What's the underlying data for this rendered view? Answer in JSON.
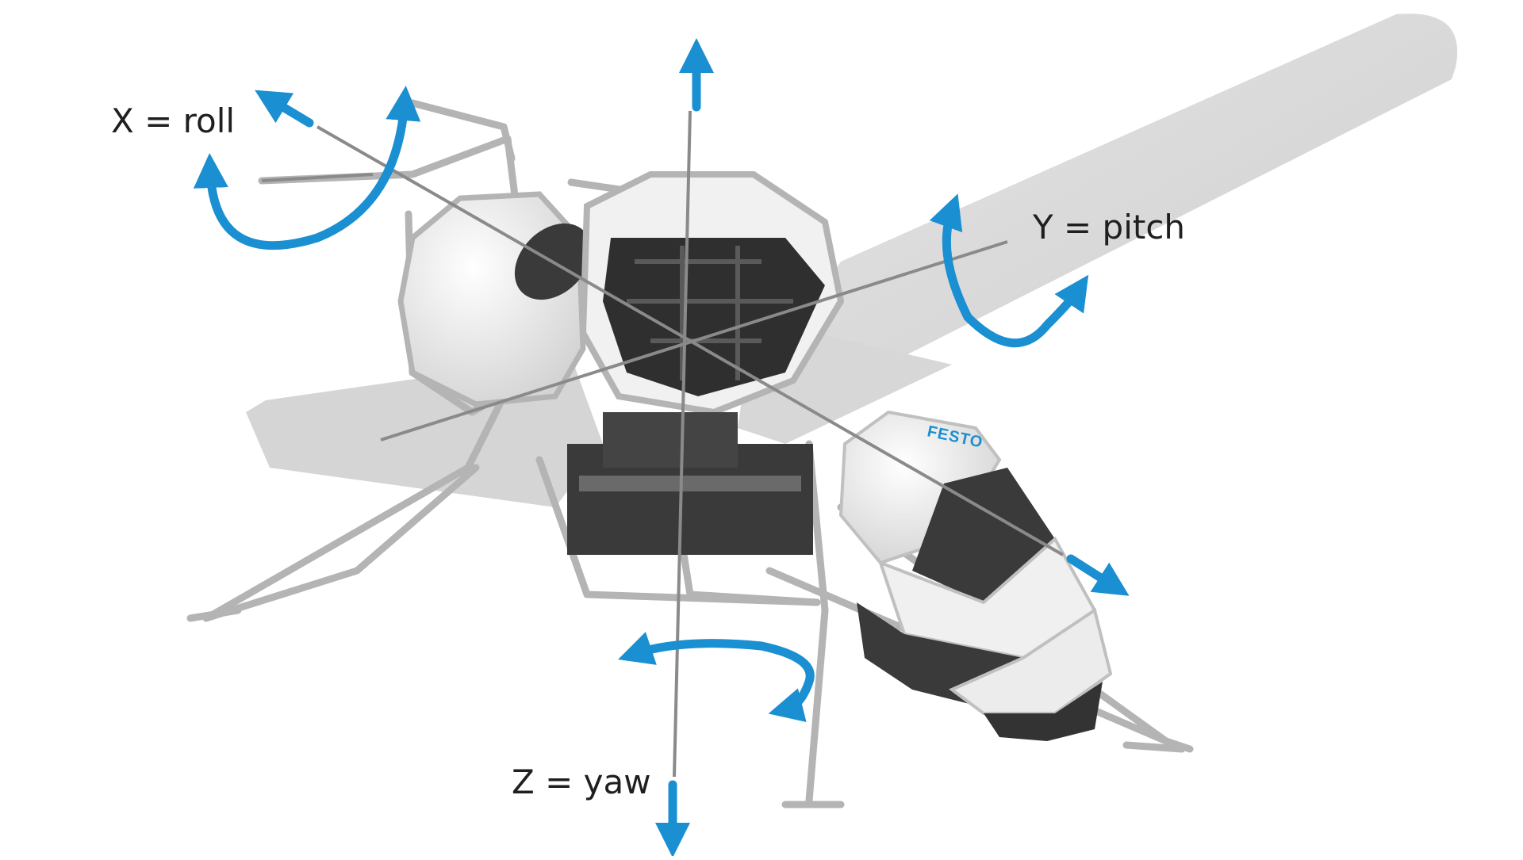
{
  "diagram": {
    "axes": [
      {
        "id": "x",
        "label": "X = roll"
      },
      {
        "id": "y",
        "label": "Y = pitch"
      },
      {
        "id": "z",
        "label": "Z = yaw"
      }
    ],
    "logo": "FESTO",
    "colors": {
      "arrow": "#1a8fd1",
      "axis_line": "#8a8a8a",
      "wing": "#d9d9d9",
      "body": "#ededed",
      "frame": "#b8b8b8",
      "dark_segment": "#3c3c3c",
      "mechanics": "#2e2e2e",
      "label_text": "#1f1f1f"
    },
    "icons": [
      "arrow-up-icon",
      "arrow-down-icon",
      "rotation-arrow-icon"
    ]
  }
}
